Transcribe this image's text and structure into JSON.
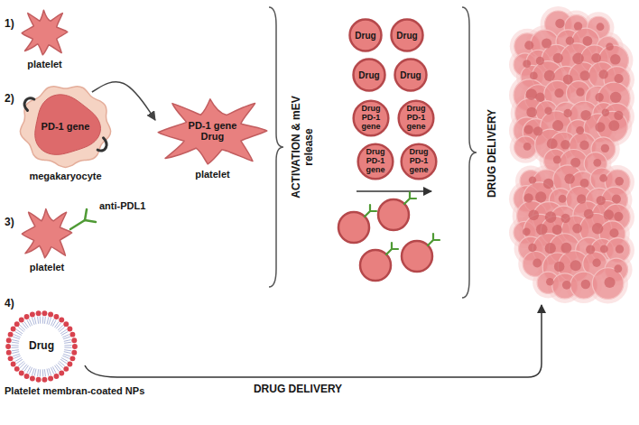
{
  "diagram": {
    "nodes": [
      {
        "text": [
          "platelet"
        ]
      },
      {
        "text": [
          "PD-1 gene",
          "megakaryocyte"
        ]
      },
      {
        "text": [
          "PD-1 gene Drug",
          "platelet"
        ]
      },
      {
        "text": [
          "platelet"
        ]
      },
      {
        "text": [
          "Drug"
        ]
      },
      {
        "text": [
          "Drug"
        ]
      },
      {
        "text": [
          "Drug"
        ]
      },
      {
        "text": [
          "Drug"
        ]
      },
      {
        "text": [
          "Drug PD-1 gene"
        ]
      },
      {
        "text": [
          "Drug PD-1 gene"
        ]
      },
      {
        "text": [
          "Drug PD-1 gene"
        ]
      },
      {
        "text": [
          "Drug PD-1 gene"
        ]
      },
      {
        "text": [
          "Drug",
          "Platelet membran-coated NPs"
        ]
      }
    ],
    "edges": [
      {
        "from": 1,
        "to": 2,
        "arrow": "to"
      }
    ],
    "labels": [
      "1)",
      "2)",
      "3)",
      "anti-PDL1",
      "ACTIVATION & mEV release",
      "DRUG DELIVERY",
      "4)",
      "DRUG DELIVERY"
    ]
  }
}
